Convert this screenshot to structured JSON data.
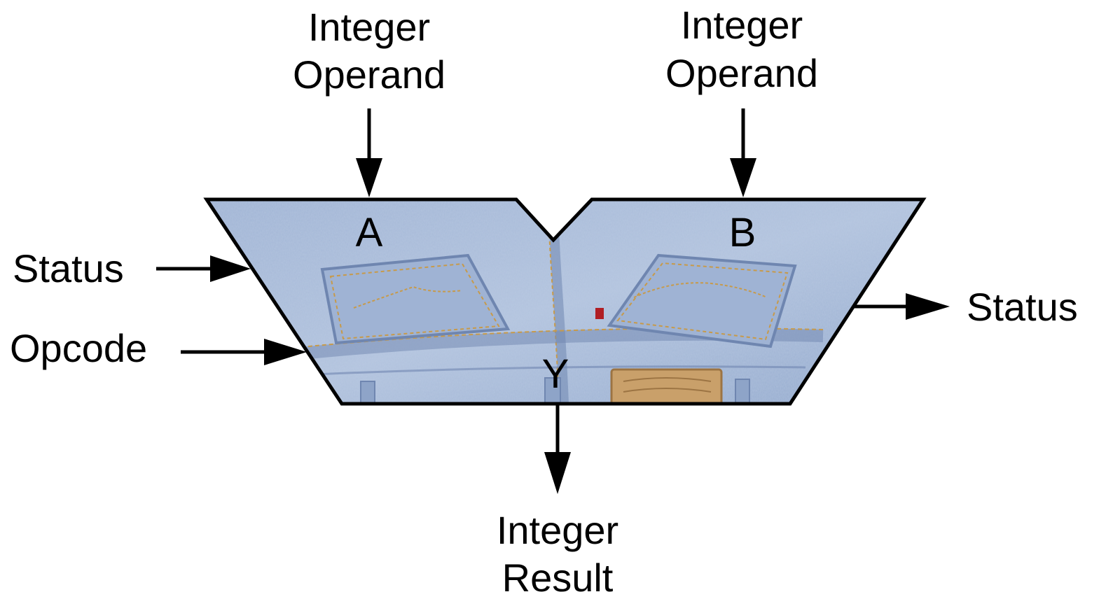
{
  "inputs": {
    "operand_a_label": [
      "Integer",
      "Operand"
    ],
    "operand_b_label": [
      "Integer",
      "Operand"
    ],
    "status_in_label": "Status",
    "opcode_label": "Opcode"
  },
  "ports": {
    "a": "A",
    "b": "B",
    "y": "Y"
  },
  "outputs": {
    "status_out_label": "Status",
    "result_label": [
      "Integer",
      "Result"
    ]
  },
  "colors": {
    "denim_light": "#a9bcd9",
    "denim_mid": "#8ea4c8",
    "denim_dark": "#6f86b0",
    "stitch": "#c79a4a",
    "patch": "#c9a06a",
    "tab": "#b01e24",
    "stroke": "#000000"
  }
}
